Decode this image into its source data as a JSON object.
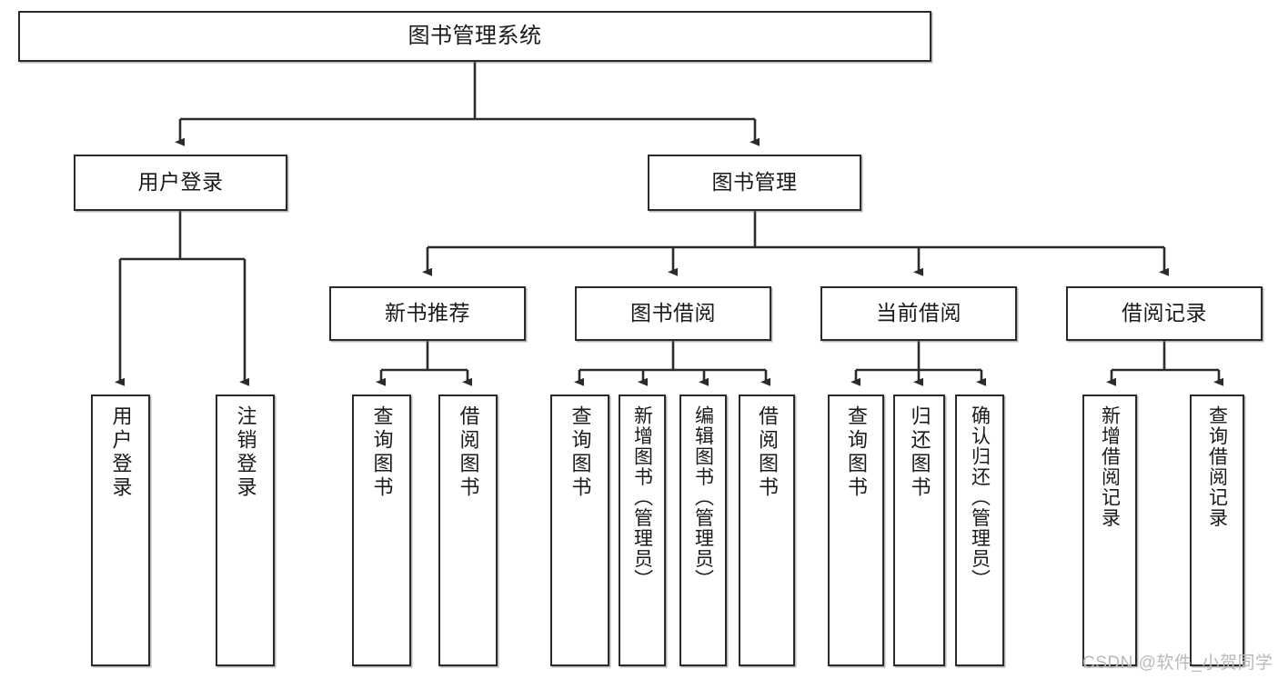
{
  "diagram": {
    "title": "图书管理系统",
    "type": "tree-hierarchy-chart",
    "stroke_color": "#2b2b2b",
    "fill_color": "#ffffff",
    "text_color": "#1a1a1a"
  },
  "root": {
    "label": "图书管理系统"
  },
  "level2": [
    {
      "label": "用户登录"
    },
    {
      "label": "图书管理"
    }
  ],
  "level3": [
    {
      "label": "新书推荐"
    },
    {
      "label": "图书借阅"
    },
    {
      "label": "当前借阅"
    },
    {
      "label": "借阅记录"
    }
  ],
  "leaves": {
    "user_login": [
      {
        "label": "用户登录"
      },
      {
        "label": "注销登录"
      }
    ],
    "new_book_recommend": [
      {
        "label": "查询图书"
      },
      {
        "label": "借阅图书"
      }
    ],
    "book_borrow": [
      {
        "label": "查询图书"
      },
      {
        "label": "新增图书（管理员）"
      },
      {
        "label": "编辑图书（管理员）"
      },
      {
        "label": "借阅图书"
      }
    ],
    "current_borrow": [
      {
        "label": "查询图书"
      },
      {
        "label": "归还图书"
      },
      {
        "label": "确认归还（管理员）"
      }
    ],
    "borrow_record": [
      {
        "label": "新增借阅记录"
      },
      {
        "label": "查询借阅记录"
      }
    ]
  },
  "watermark": {
    "text": "CSDN @软件_小贺同学",
    "color": "#b9b9b9"
  }
}
